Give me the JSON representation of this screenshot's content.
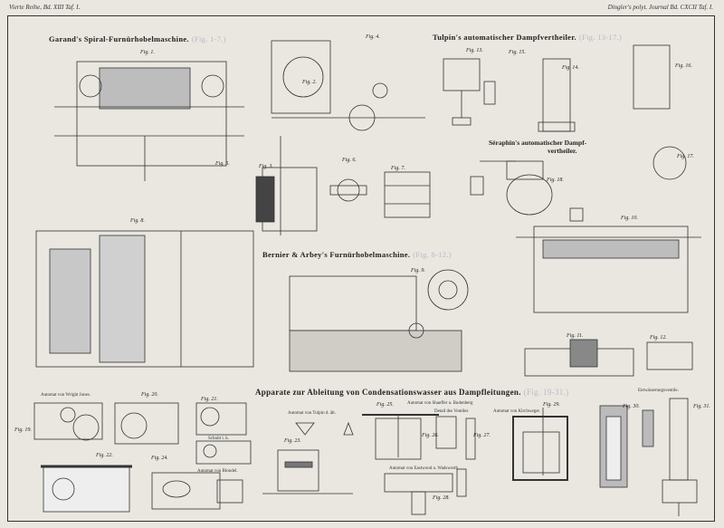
{
  "header": {
    "left": "Vierte Reihe, Bd. XIII Taf. I.",
    "right": "Dingler's polyt. Journal Bd. CXCII Taf. I."
  },
  "titles": [
    {
      "text": "Garand's Spiral-Furnürhobelmaschine.",
      "ref": "(Fig. 1-7.)"
    },
    {
      "text": "Tulpin's automatischer Dampfvertheiler.",
      "ref": "(Fig. 13-17.)"
    },
    {
      "text": "Bernier & Arbey's Furnürhobelmaschine.",
      "ref": "(Fig. 8-12.)"
    },
    {
      "text": "Apparate zur Ableitung von Condensationswasser aus Dampfleitungen.",
      "ref": "(Fig. 19-31.)"
    }
  ],
  "seraphin_title": {
    "line1": "Séraphin's automatischer Dampf-",
    "line2": "vertheiler."
  },
  "captions": {
    "weight_jones": "Automat von Wright Jones.",
    "tulpin": "Automat von Tulpin d. ält.",
    "shaeffer": "Automat von Shaeffer u. Budenberg",
    "ventil_detail": "Detail des Ventiles",
    "kirchweger": "Automat von Kirchweger.",
    "blondel": "Automat von Blondel.",
    "eastwood": "Automat von Eastwood u. Wadsworth",
    "entwaesserung": "Entwässerungsventile.",
    "schnitt": "Schnitt i. k."
  },
  "figures": [
    "Fig. 1.",
    "Fig. 2.",
    "Fig. 3.",
    "Fig. 4.",
    "Fig. 5.",
    "Fig. 6.",
    "Fig. 7.",
    "Fig. 8.",
    "Fig. 9.",
    "Fig. 10.",
    "Fig. 11.",
    "Fig. 12.",
    "Fig. 13.",
    "Fig. 14.",
    "Fig. 15.",
    "Fig. 16.",
    "Fig. 17.",
    "Fig. 18.",
    "Fig. 19.",
    "Fig. 20.",
    "Fig. 21.",
    "Fig. 22.",
    "Fig. 23.",
    "Fig. 24.",
    "Fig. 25.",
    "Fig. 26.",
    "Fig. 27.",
    "Fig. 28.",
    "Fig. 29.",
    "Fig. 30.",
    "Fig. 31."
  ]
}
